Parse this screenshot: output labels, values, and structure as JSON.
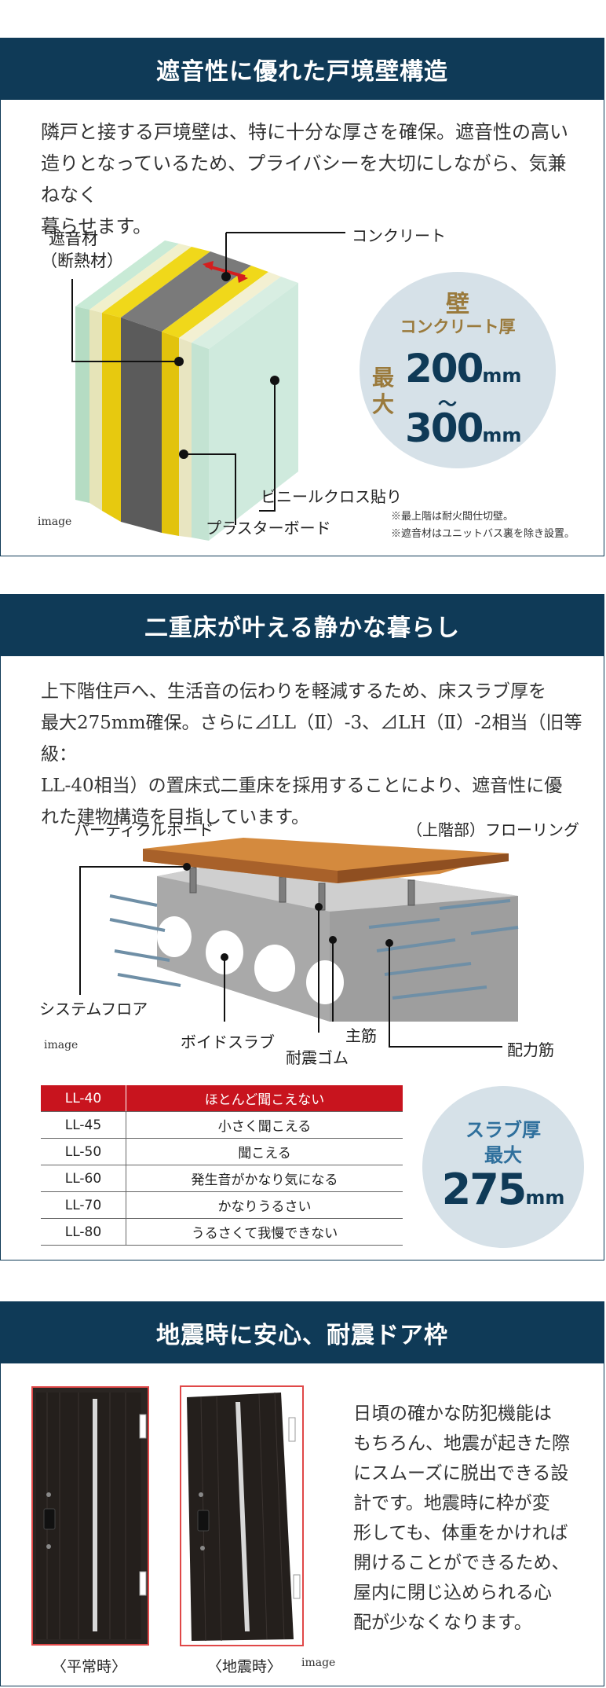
{
  "section1": {
    "title": "遮音性に優れた戸境壁構造",
    "text_lines": [
      "隣戸と接する戸境壁は、特に十分な厚さを確保。遮音性の高い",
      "造りとなっているため、プライバシーを大切にしながら、気兼ねなく",
      "暮らせます。"
    ],
    "labels": {
      "insulation_1": "遮音材",
      "insulation_2": "（断熱材）",
      "concrete": "コンクリート",
      "vinyl": "ビニールクロス貼り",
      "plaster": "プラスターボード"
    },
    "circle": {
      "line1": "壁",
      "line2": "コンクリート厚",
      "max_1": "最",
      "max_2": "大",
      "value1": "200",
      "unit1": "mm",
      "tilde": "～",
      "value2": "300",
      "unit2": "mm"
    },
    "notes": [
      "※最上階は耐火間仕切壁。",
      "※遮音材はユニットバス裏を除き設置。"
    ],
    "image_tag": "image"
  },
  "section2": {
    "title": "二重床が叶える静かな暮らし",
    "text_lines": [
      "上下階住戸へ、生活音の伝わりを軽減するため、床スラブ厚を",
      "最大275mm確保。さらに⊿LL（Ⅱ）-3、⊿LH（Ⅱ）-2相当（旧等級：",
      "LL-40相当）の置床式二重床を採用することにより、遮音性に優",
      "れた建物構造を目指しています。"
    ],
    "labels": {
      "particle": "パーティクルボード",
      "flooring": "（上階部）フローリング",
      "system": "システムフロア",
      "void": "ボイドスラブ",
      "rubber": "耐震ゴム",
      "main": "主筋",
      "dist": "配力筋"
    },
    "image_tag": "image",
    "table": [
      {
        "grade": "LL-40",
        "desc": "ほとんど聞こえない"
      },
      {
        "grade": "LL-45",
        "desc": "小さく聞こえる"
      },
      {
        "grade": "LL-50",
        "desc": "聞こえる"
      },
      {
        "grade": "LL-60",
        "desc": "発生音がかなり気になる"
      },
      {
        "grade": "LL-70",
        "desc": "かなりうるさい"
      },
      {
        "grade": "LL-80",
        "desc": "うるさくて我慢できない"
      }
    ],
    "circle": {
      "line1": "スラブ厚",
      "line2": "最大",
      "value": "275",
      "unit": "mm"
    }
  },
  "section3": {
    "title": "地震時に安心、耐震ドア枠",
    "caption_normal": "〈平常時〉",
    "caption_quake": "〈地震時〉",
    "image_tag": "image",
    "text_lines": [
      "日頃の確かな防犯機能は",
      "もちろん、地震が起きた際",
      "にスムーズに脱出できる設",
      "計です。地震時に枠が変",
      "形しても、体重をかければ",
      "開けることができるため、",
      "屋内に閉じ込められる心",
      "配が少なくなります。"
    ]
  },
  "colors": {
    "navy": "#0f3a57",
    "red": "#c8141e",
    "gold": "#9a7a3c",
    "circle_bg": "#d6e1e8"
  }
}
